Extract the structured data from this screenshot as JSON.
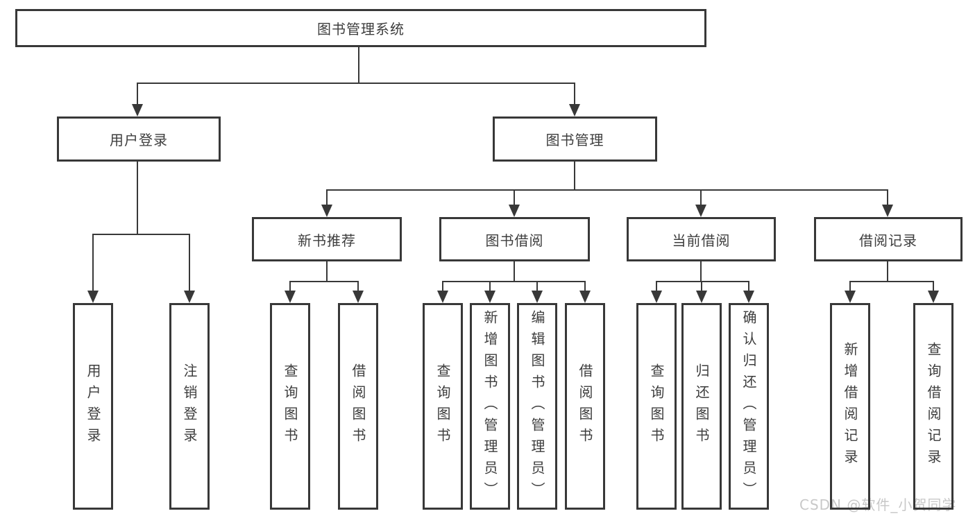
{
  "diagram": {
    "root_label": "图书管理系统",
    "level2": {
      "user_login": "用户登录",
      "book_mgmt": "图书管理"
    },
    "level3": {
      "new_books": "新书推荐",
      "book_borrow": "图书借阅",
      "current_borrow": "当前借阅",
      "borrow_records": "借阅记录"
    },
    "leaves": {
      "user_login": [
        "用户登录",
        "注销登录"
      ],
      "new_books": [
        "查询图书",
        "借阅图书"
      ],
      "book_borrow": [
        "查询图书",
        "新增图书（管理员）",
        "编辑图书（管理员）",
        "借阅图书"
      ],
      "current_borrow": [
        "查询图书",
        "归还图书",
        "确认归还（管理员）"
      ],
      "borrow_records": [
        "新增借阅记录",
        "查询借阅记录"
      ]
    },
    "watermark": "CSDN @软件_小贺同学",
    "colors": {
      "line": "#383838",
      "text": "#3d3d3d",
      "watermark": "#c8c8c8",
      "background": "#ffffff"
    }
  }
}
